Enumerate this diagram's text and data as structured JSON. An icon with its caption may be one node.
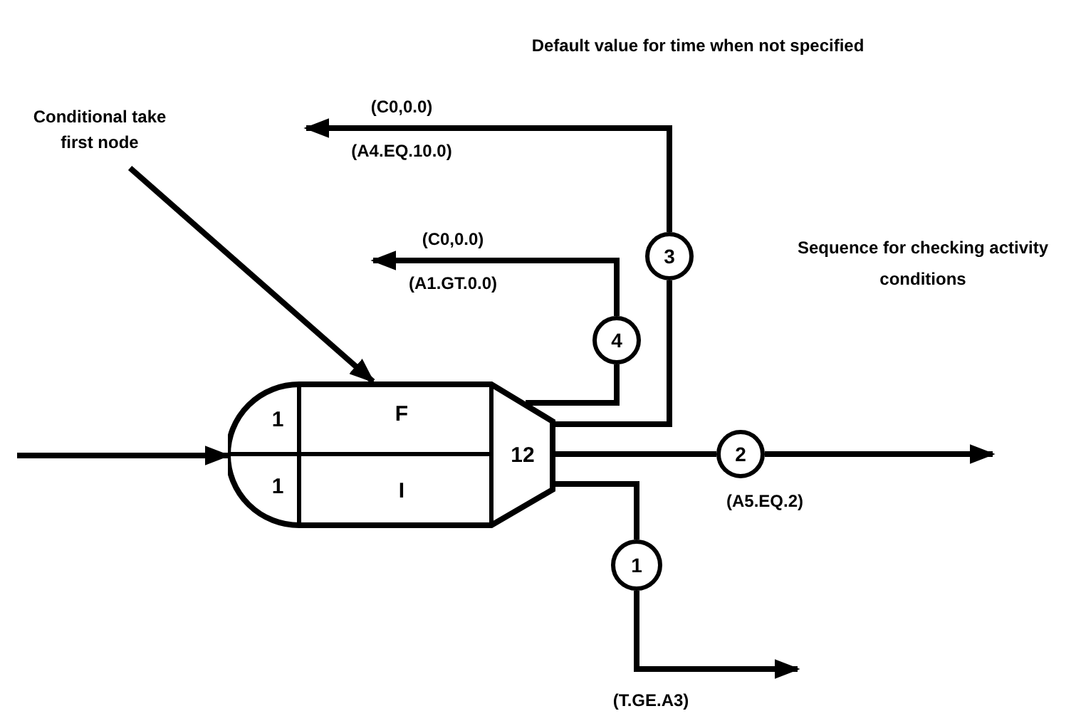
{
  "diagram": {
    "nodes": [
      {
        "text": [
          "Conditional take first node"
        ]
      },
      {
        "text": [
          "1",
          "F",
          "1",
          "I",
          "12"
        ]
      },
      {
        "text": [
          "3"
        ]
      },
      {
        "text": [
          "4"
        ]
      },
      {
        "text": [
          "2"
        ]
      },
      {
        "text": [
          "1"
        ]
      }
    ],
    "edges": [
      {
        "from": null,
        "to": 1,
        "arrow": "to"
      },
      {
        "from": 1,
        "to": 2,
        "arrow": "none"
      },
      {
        "from": 2,
        "to": null,
        "arrow": "to",
        "label": "(C0,0.0)"
      },
      {
        "from": 1,
        "to": 3,
        "arrow": "none"
      },
      {
        "from": 3,
        "to": null,
        "arrow": "to",
        "label": "(C0,0.0)"
      },
      {
        "from": 1,
        "to": 4,
        "arrow": "none"
      },
      {
        "from": 4,
        "to": null,
        "arrow": "to"
      },
      {
        "from": 1,
        "to": 5,
        "arrow": "none"
      },
      {
        "from": 5,
        "to": null,
        "arrow": "to"
      },
      {
        "from": 0,
        "to": 1,
        "arrow": "to"
      }
    ],
    "labels": [
      "Default value for time when not specified",
      "(A4.EQ.10.0)",
      "(A1.GT.0.0)",
      "Sequence for checking activity conditions",
      "(A5.EQ.2)",
      "(T.GE.A3)"
    ]
  }
}
